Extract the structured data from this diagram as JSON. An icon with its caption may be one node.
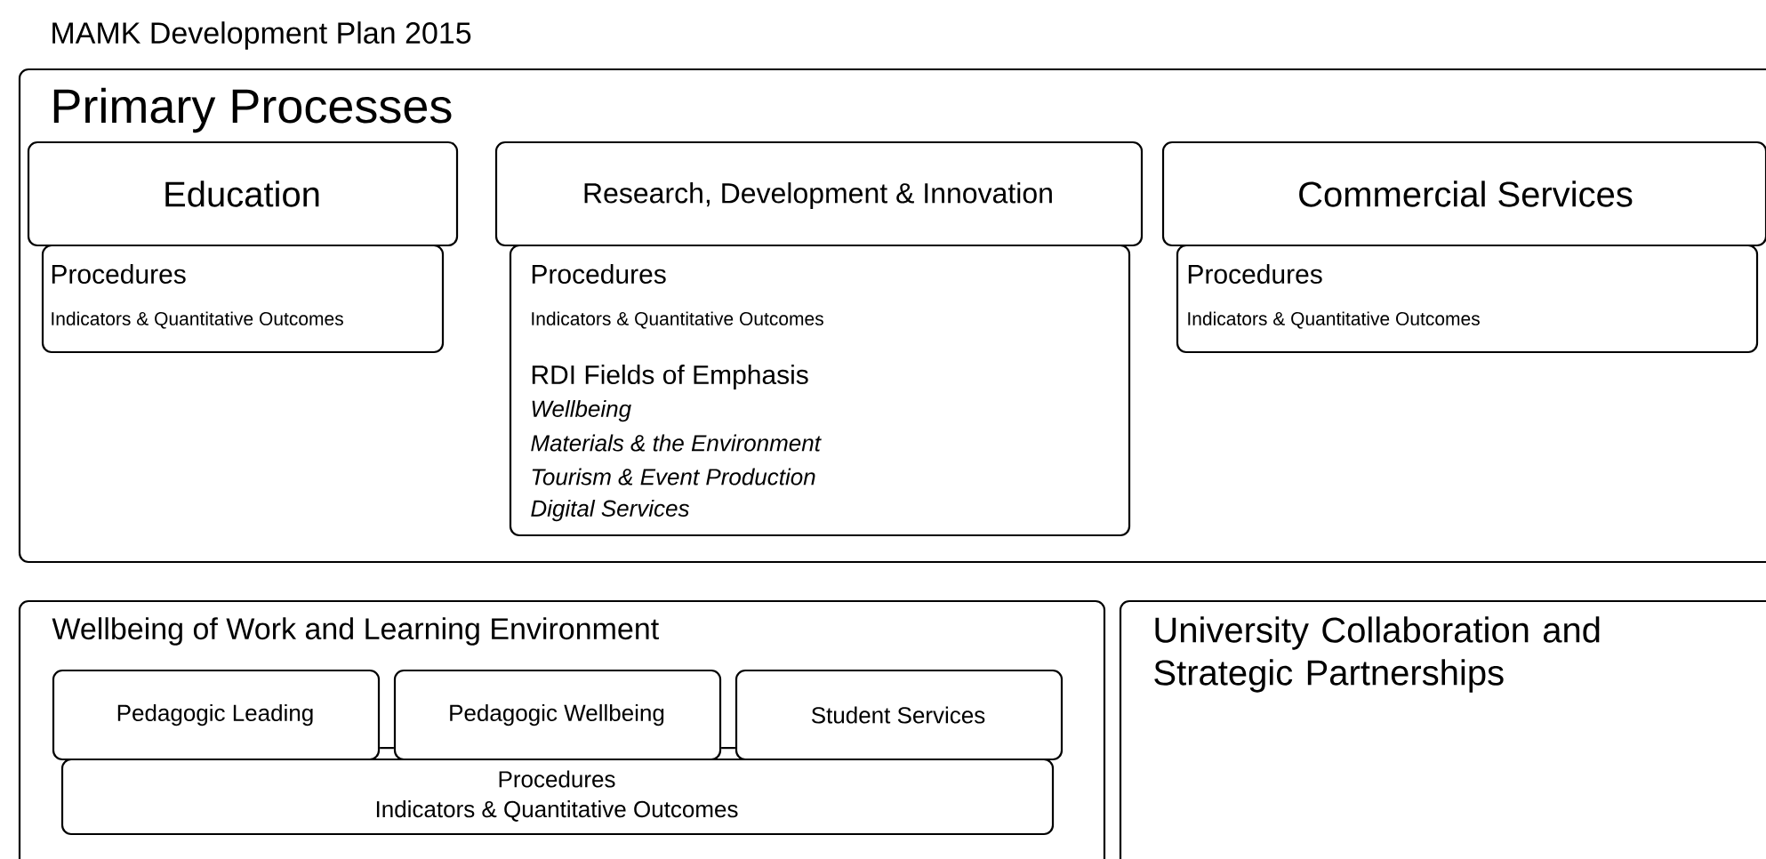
{
  "diagram": {
    "title": "MAMK Development Plan 2015",
    "nodes": [
      {
        "text": [
          "Primary Processes"
        ]
      },
      {
        "text": [
          "Education"
        ],
        "in": 0
      },
      {
        "text": [
          "Procedures",
          "Indicators & Quantitative Outcomes"
        ],
        "in": 0
      },
      {
        "text": [
          "Research, Development & Innovation"
        ],
        "in": 0
      },
      {
        "text": [
          "Procedures",
          "Indicators & Quantitative Outcomes",
          "RDI Fields of Emphasis",
          "Wellbeing",
          "Materials & the Environment",
          "Tourism & Event Production",
          "Digital Services"
        ],
        "in": 0
      },
      {
        "text": [
          "Commercial Services"
        ],
        "in": 0
      },
      {
        "text": [
          "Procedures",
          "Indicators & Quantitative Outcomes"
        ],
        "in": 0
      },
      {
        "text": [
          "Wellbeing of Work and Learning Environment"
        ]
      },
      {
        "text": [
          "Pedagogic Leading"
        ],
        "in": 7
      },
      {
        "text": [
          "Pedagogic Wellbeing"
        ],
        "in": 7
      },
      {
        "text": [
          "Student Services"
        ],
        "in": 7
      },
      {
        "text": [
          "Procedures",
          "Indicators & Quantitative Outcomes"
        ],
        "in": 7
      },
      {
        "text": [
          "University Collaboration and Strategic Partnerships"
        ]
      }
    ],
    "edges": [
      {
        "from": 8,
        "to": 9,
        "arrow": "none"
      },
      {
        "from": 9,
        "to": 10,
        "arrow": "none"
      }
    ]
  }
}
